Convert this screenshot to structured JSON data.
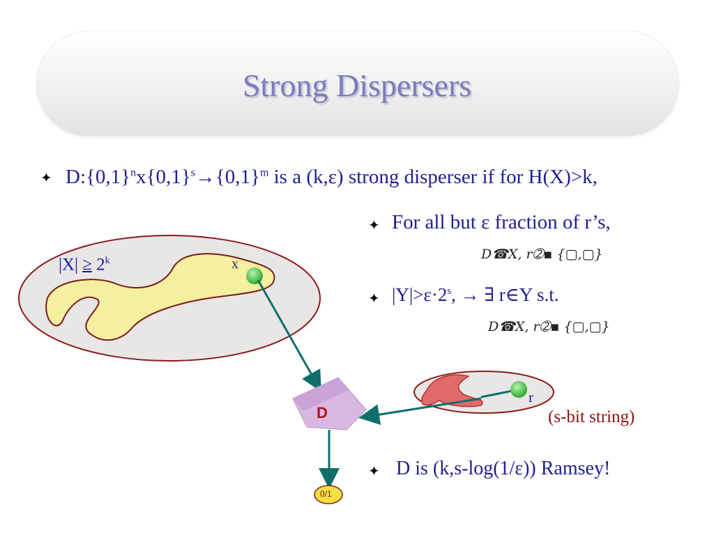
{
  "slide": {
    "title": "Strong Dispersers"
  },
  "bullets": {
    "main_prefix": "D:{0,1}",
    "main_sup_n": "n",
    "main_x": "x{0,1}",
    "main_sup_s": "s",
    "main_arrow": "→{0,1}",
    "main_sup_m": "m",
    "main_rest": " is a (k,ε) strong disperser if for H(X)>k,",
    "sub1": "For all but ε fraction of r’s,",
    "sub2_pre": "|Y|>ε·2",
    "sub2_sup": "s",
    "sub2_post": ", → ∃ r∈Y s.t.",
    "sub3": "D is (k,s-log(1/ε)) Ramsey!"
  },
  "formulas": {
    "f1": "D☎X, r➁▪ {▢,▢}",
    "f2": "D☎X, r➁▪ {▢,▢}"
  },
  "diagram": {
    "x_set_label_pre": "|X|",
    "x_set_ge": "≥",
    "x_set_label_post": " 2",
    "x_set_sup": "k",
    "x_point_label": "x",
    "r_point_label": "r",
    "disperser_label": "D",
    "seed_note": "(s-bit string)",
    "output_label": "0/1"
  },
  "colors": {
    "title": "#7b7bbf",
    "text": "#1f1f8f",
    "ellipse_border": "#8b1a1a",
    "ellipse_fill": "#e9e6e6",
    "blob_fill": "#f4f0a0",
    "red_blob": "#e26a6a",
    "arrow": "#0f6e6a",
    "pentagon": "#d8b8e2",
    "dot": "#4cc44c",
    "output_fill": "#f0e040"
  }
}
